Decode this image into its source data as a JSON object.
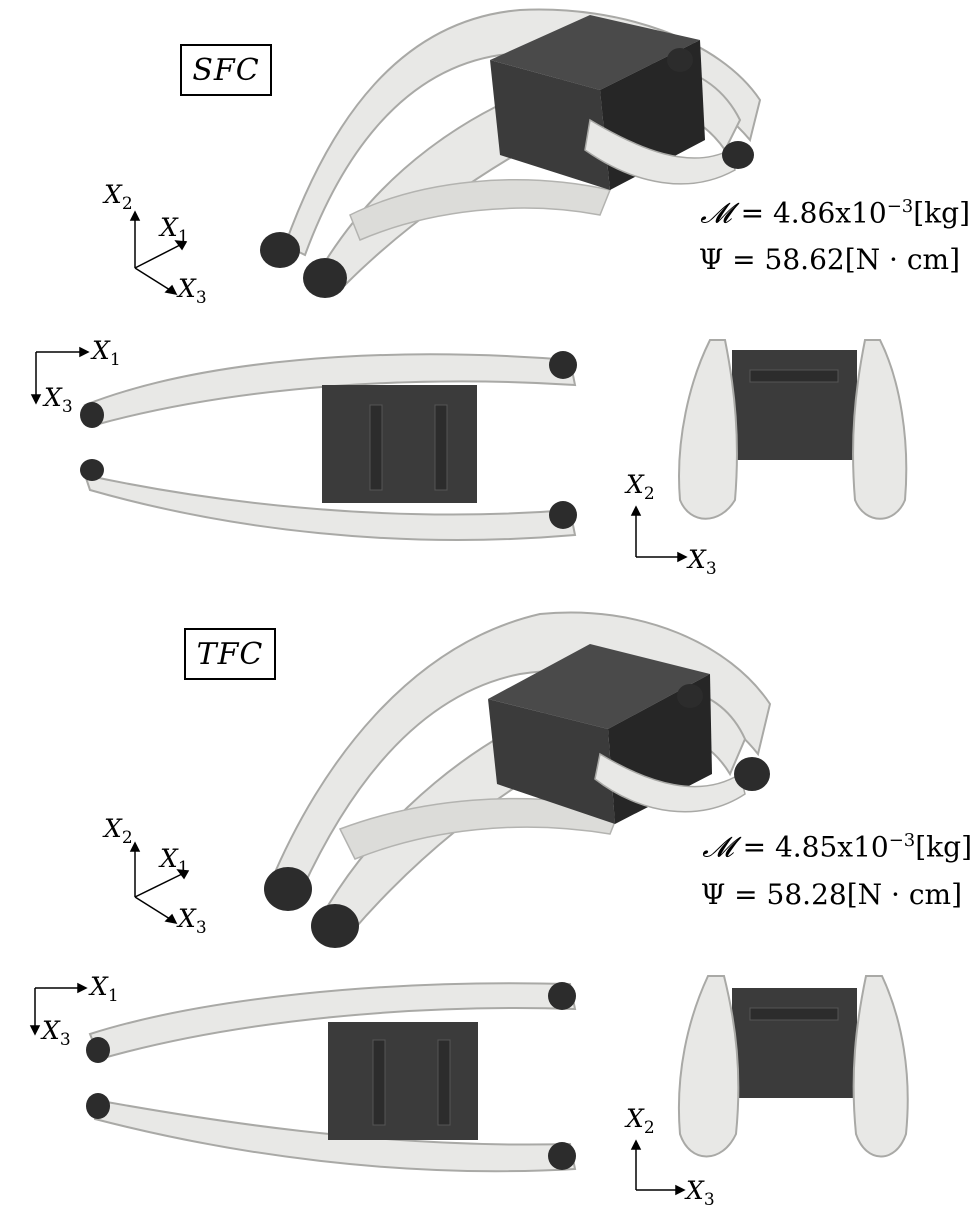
{
  "figure": {
    "panels": [
      {
        "id": "sfc",
        "label": "SFC",
        "mass_symbol": "𝓜",
        "mass_value": "4.86x10",
        "mass_exp": "−3",
        "mass_unit": "[kg]",
        "compliance_symbol": "Ψ",
        "compliance_value": "58.62",
        "compliance_unit": "[N · cm]"
      },
      {
        "id": "tfc",
        "label": "TFC",
        "mass_symbol": "𝓜",
        "mass_value": "4.85x10",
        "mass_exp": "−3",
        "mass_unit": "[kg]",
        "compliance_symbol": "Ψ",
        "compliance_value": "58.28",
        "compliance_unit": "[N · cm]"
      }
    ],
    "axes": {
      "x1": "X",
      "x1_sub": "1",
      "x2": "X",
      "x2_sub": "2",
      "x3": "X",
      "x3_sub": "3"
    },
    "colors": {
      "structure": "#e8e8e6",
      "structure_edge": "#a9a9a6",
      "box": "#3b3b3b",
      "box_dark": "#262626",
      "wheel": "#2c2c2c"
    }
  }
}
